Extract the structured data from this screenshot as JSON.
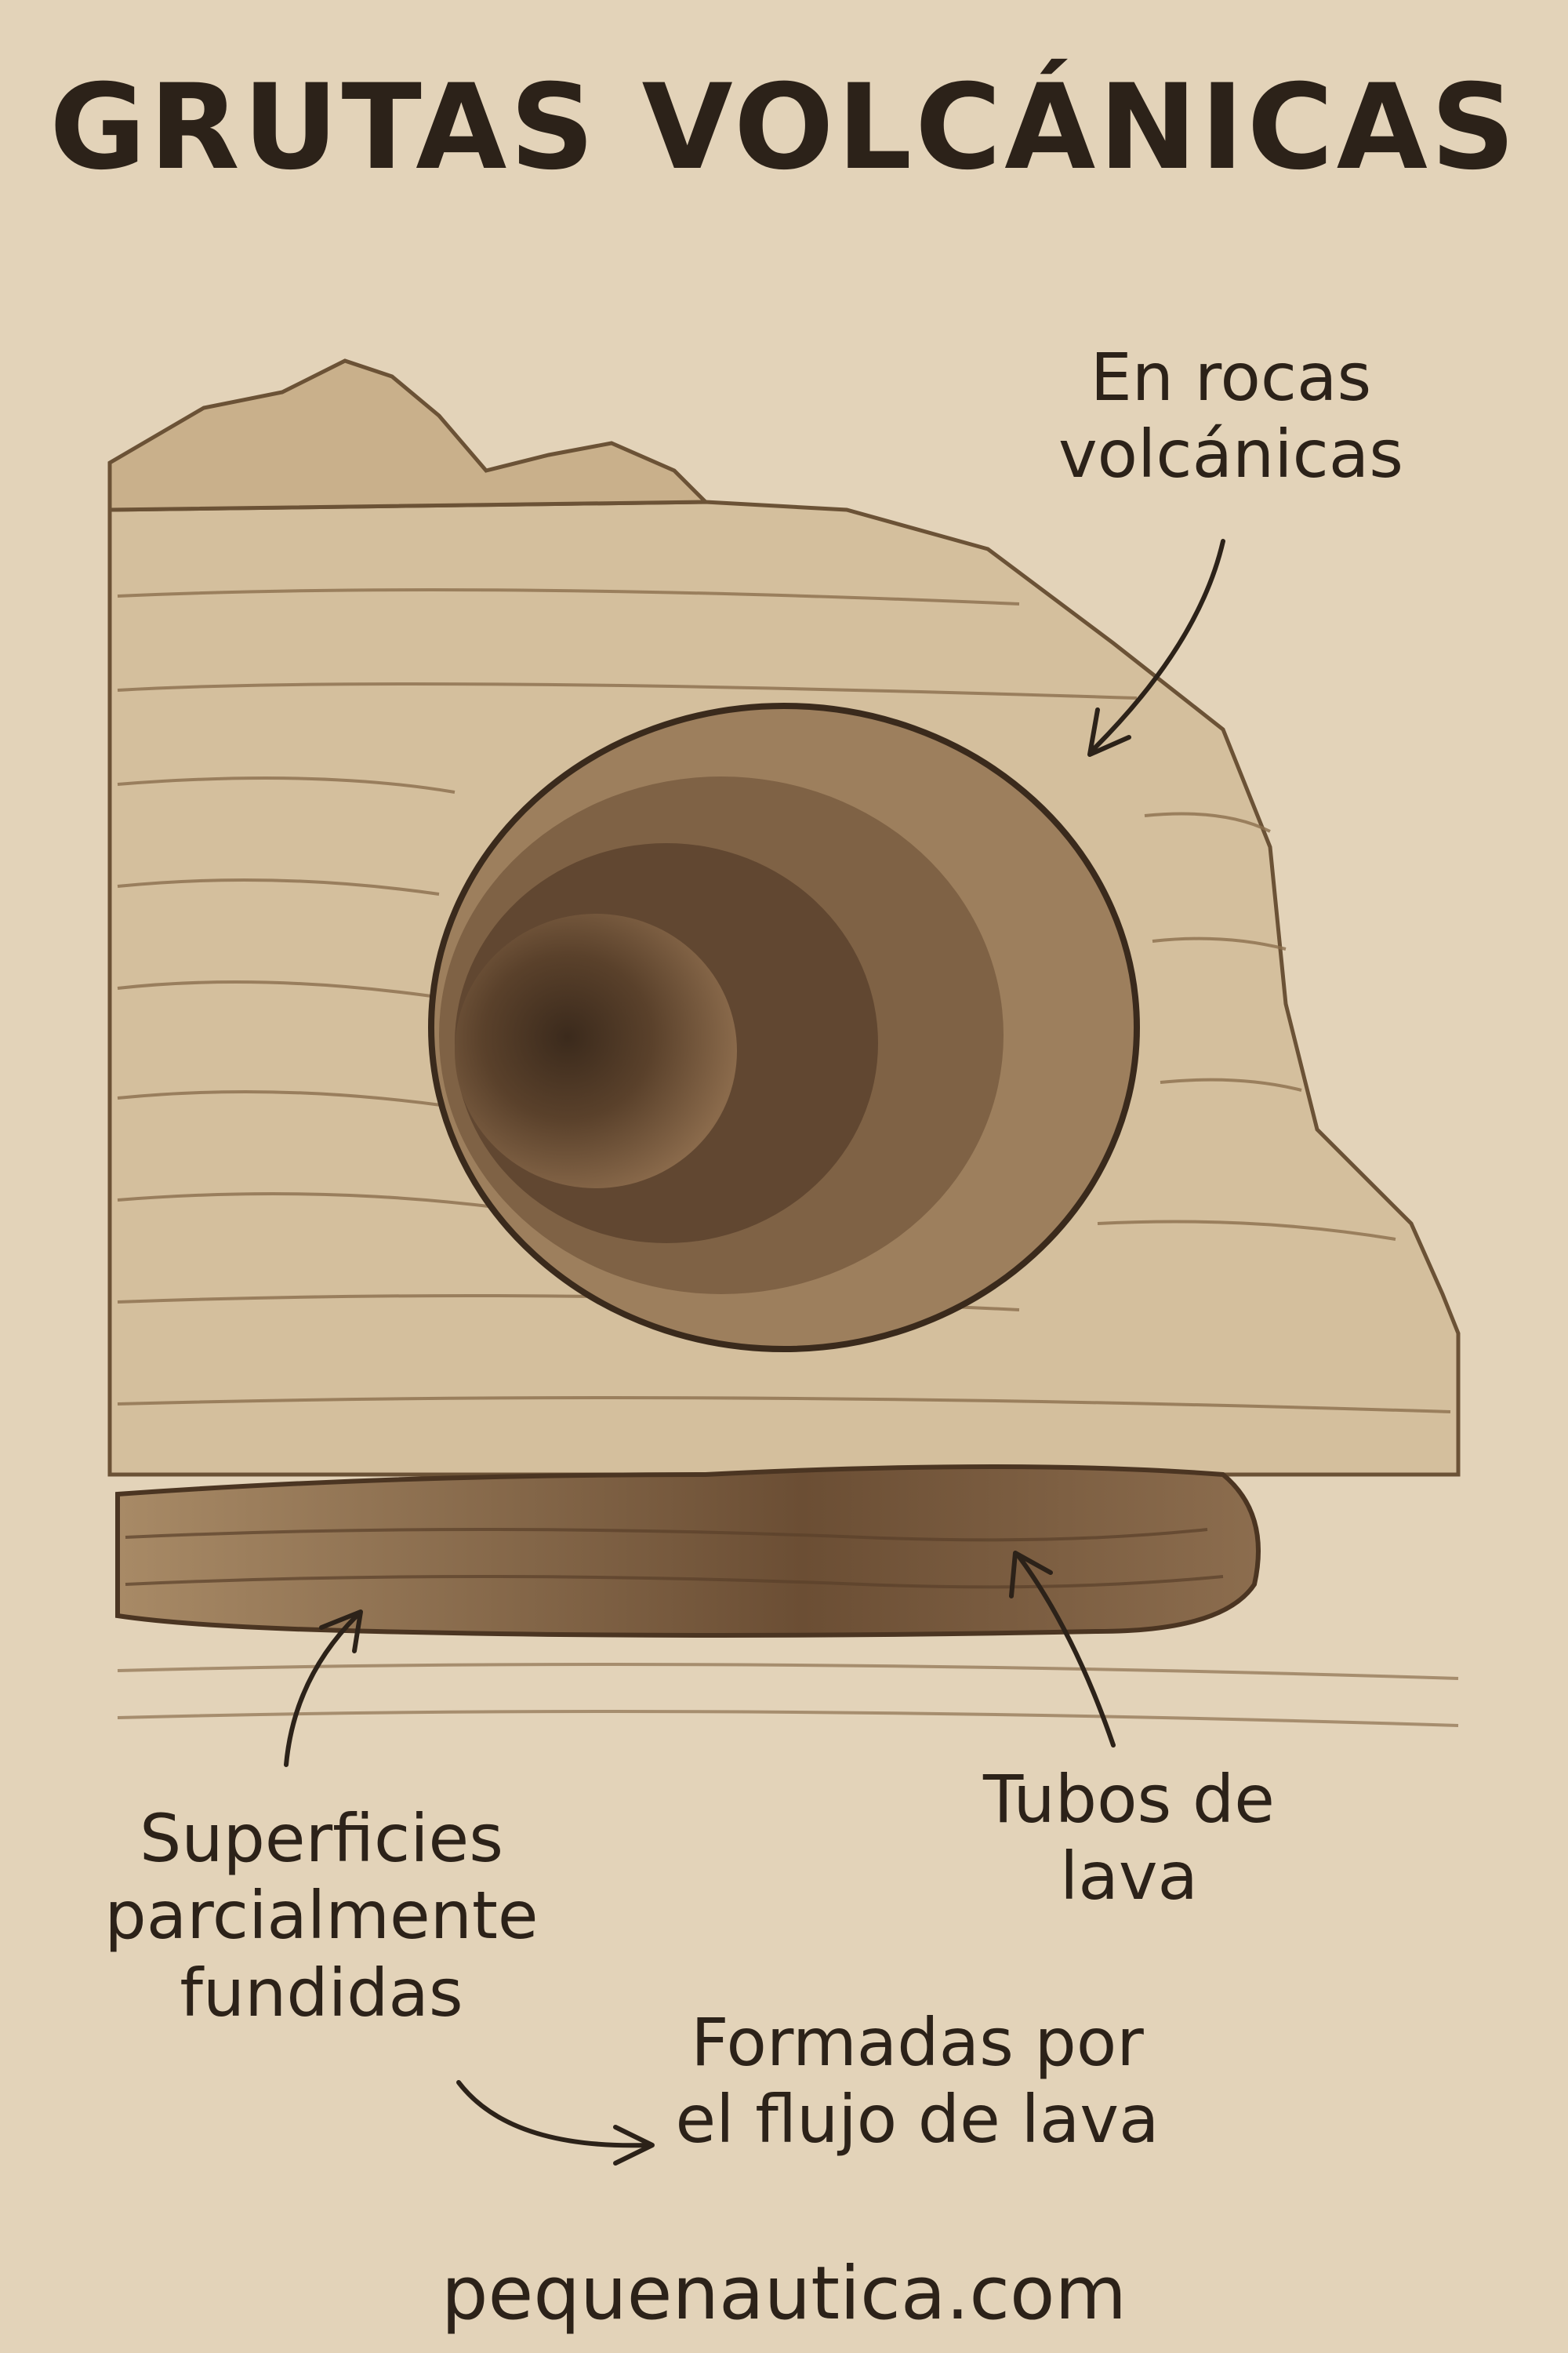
{
  "title": "GRUTAS VOLCÁNICAS",
  "labels": {
    "rocas_volcanicas": [
      "En rocas",
      "volcánicas"
    ],
    "superficies": [
      "Superficies",
      "parcialmente",
      "fundidas"
    ],
    "tubos_de_lava": [
      "Tubos de",
      "lava"
    ],
    "formadas": [
      "Formadas por",
      "el flujo de lava"
    ]
  },
  "footer": "pequenautica.com",
  "colors": {
    "background": "#e3d3b9",
    "ink": "#2c2219",
    "rock": "#cdb796",
    "cave_dark": "#4a3523"
  }
}
